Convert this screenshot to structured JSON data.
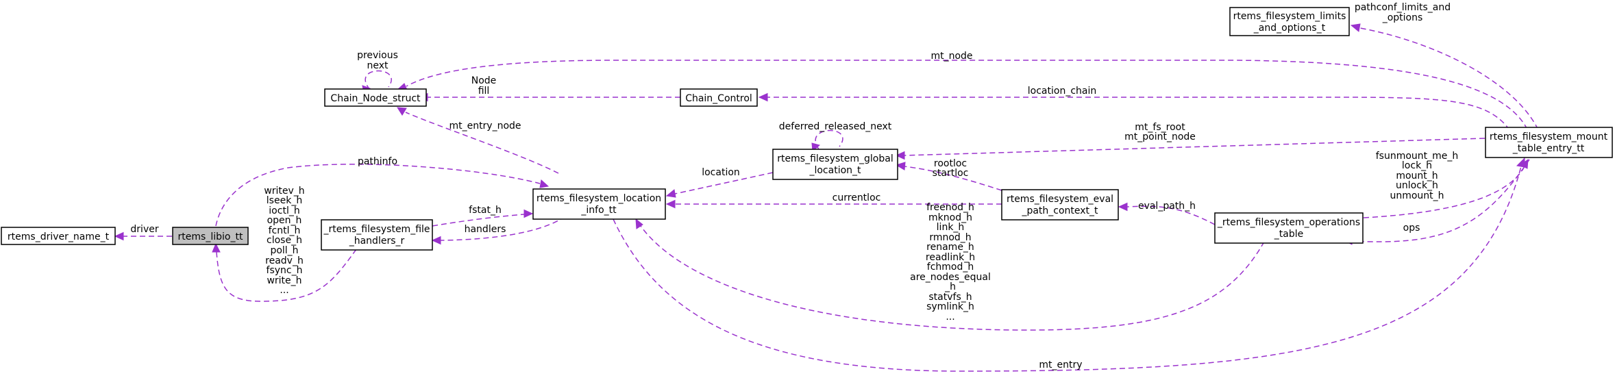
{
  "diagram": {
    "type": "collaboration-graph",
    "edge_color": "#9a32cd",
    "highlight_fill": "#bfbfbf",
    "nodes": {
      "driver_name": [
        "rtems_driver_name_t"
      ],
      "libio": [
        "rtems_libio_tt"
      ],
      "chain_node": [
        "Chain_Node_struct"
      ],
      "chain_control": [
        "Chain_Control"
      ],
      "file_handlers": [
        "_rtems_filesystem_file",
        "_handlers_r"
      ],
      "location_info": [
        "rtems_filesystem_location",
        "_info_tt"
      ],
      "global_location": [
        "rtems_filesystem_global",
        "_location_t"
      ],
      "eval_path": [
        "rtems_filesystem_eval",
        "_path_context_t"
      ],
      "operations": [
        "_rtems_filesystem_operations",
        "_table"
      ],
      "limits": [
        "rtems_filesystem_limits",
        "_and_options_t"
      ],
      "mount_table": [
        "rtems_filesystem_mount",
        "_table_entry_tt"
      ]
    },
    "edges": {
      "driver": [
        "driver"
      ],
      "previous_next": [
        "previous",
        "next"
      ],
      "mt_node": [
        "mt_node"
      ],
      "node_fill": [
        "Node",
        "fill"
      ],
      "location_chain": [
        "location_chain"
      ],
      "pathconf": [
        "pathconf_limits_and",
        "_options"
      ],
      "mt_entry_node": [
        "mt_entry_node"
      ],
      "deferred": [
        "deferred_released_next"
      ],
      "mt_fs_root": [
        "mt_fs_root",
        "mt_point_node"
      ],
      "pathinfo": [
        "pathinfo"
      ],
      "location": [
        "location"
      ],
      "rootloc": [
        "rootloc",
        "startloc"
      ],
      "fsunmount": [
        "fsunmount_me_h",
        "lock_h",
        "mount_h",
        "unlock_h",
        "unmount_h"
      ],
      "handlers_list": [
        "writev_h",
        "lseek_h",
        "ioctl_h",
        "open_h",
        "fcntl_h",
        "close_h",
        "poll_h",
        "readv_h",
        "fsync_h",
        "write_h",
        "..."
      ],
      "fstat_h": [
        "fstat_h"
      ],
      "handlers": [
        "handlers"
      ],
      "currentloc": [
        "currentloc"
      ],
      "eval_path_h": [
        "eval_path_h"
      ],
      "ops": [
        "ops"
      ],
      "ops_list": [
        "freenod_h",
        "mknod_h",
        "link_h",
        "rmnod_h",
        "rename_h",
        "readlink_h",
        "fchmod_h",
        "are_nodes_equal",
        "_h",
        "statvfs_h",
        "symlink_h",
        "..."
      ],
      "mt_entry": [
        "mt_entry"
      ]
    }
  }
}
